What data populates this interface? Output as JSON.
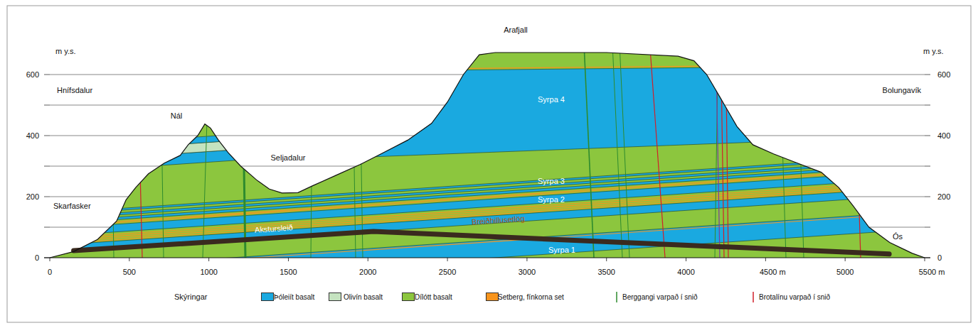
{
  "diagram": {
    "labels": [
      "Arafjall",
      "m y.s.",
      "m y.s.",
      "600",
      "400",
      "200",
      "0",
      "600",
      "400",
      "200",
      "0",
      "Hnífsdalur",
      "Bolungavík",
      "Nál",
      "Seljadalur",
      "Skarfasker",
      "Ós",
      "Syrpa 4",
      "Syrpa 3",
      "Syrpa 2",
      "Breiðhillusetlög",
      "Syrpa 1",
      "Akstursleið",
      "0",
      "500",
      "1000",
      "1500",
      "2000",
      "2500",
      "3000",
      "3500",
      "4000",
      "4500 m",
      "5000",
      "5500 m",
      "Skýringar"
    ],
    "legend": [
      {
        "text": "Þóleiít basalt",
        "color": "#1aa9e0"
      },
      {
        "text": "Olivín basalt",
        "color": "#c5e3c0"
      },
      {
        "text": "Dílótt basalt",
        "color": "#8cc63e"
      },
      {
        "text": "Setberg, fínkorna set",
        "color": "#f7941d"
      },
      {
        "text": "Berggangi varpað í snið"
      },
      {
        "text": "Brotalínu varpað í snið"
      }
    ]
  }
}
